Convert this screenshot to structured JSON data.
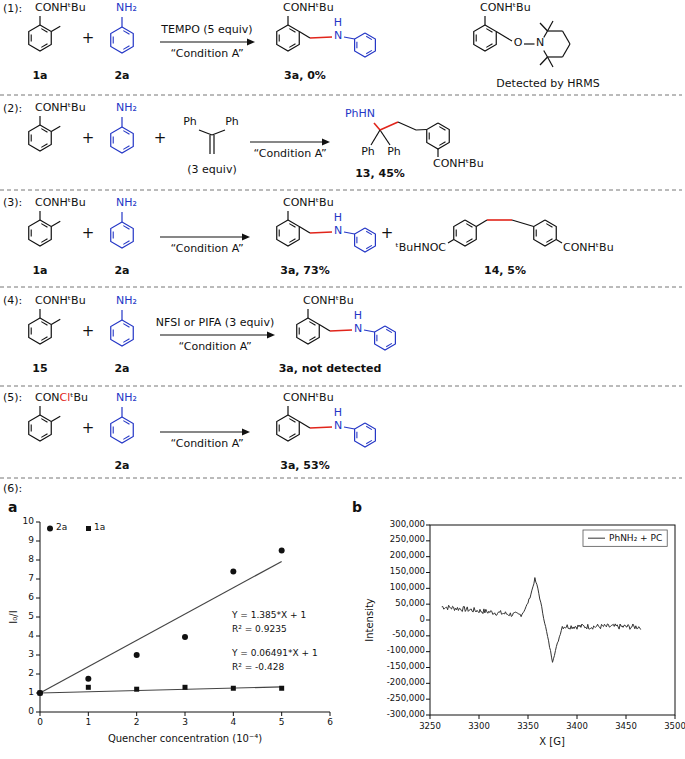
{
  "diagram": {
    "labels": [
      "(1):",
      "CONHᵗBu",
      "1a",
      "+",
      "NH₂",
      "2a",
      "TEMPO (5 equiv)",
      "“Condition A”",
      "CONHᵗBu",
      "H",
      "N",
      "3a, 0%",
      "CONHᵗBu",
      "O",
      "N",
      "Detected by HRMS",
      "(2):",
      "CONHᵗBu",
      "+",
      "NH₂",
      "+",
      "Ph",
      "Ph",
      "(3 equiv)",
      "“Condition A”",
      "PhHN",
      "Ph",
      "Ph",
      "CONHᵗBu",
      "13, 45%",
      "(3):",
      "CONHᵗBu",
      "1a",
      "+",
      "NH₂",
      "2a",
      "“Condition A”",
      "CONHᵗBu",
      "H",
      "N",
      "3a, 73%",
      "+",
      "ᵗBuHNOC",
      "CONHᵗBu",
      "14, 5%",
      "(4):",
      "CONHᵗBu",
      "15",
      "+",
      "NH₂",
      "2a",
      "NFSI or PIFA (3 equiv)",
      "“Condition A”",
      "CONHᵗBu",
      "H",
      "N",
      "3a, not detected",
      "(5):",
      "CON",
      "Cl",
      "ᵗBu",
      "+",
      "NH₂",
      "2a",
      "“Condition A”",
      "CONHᵗBu",
      "H",
      "N",
      "3a, 53%",
      "(6):",
      "a",
      "0",
      "1",
      "2",
      "3",
      "4",
      "5",
      "6",
      "7",
      "8",
      "9",
      "10",
      "0",
      "1",
      "2",
      "3",
      "4",
      "5",
      "6",
      "I₀/I",
      "Quencher concentration (10⁻⁴)",
      "Y = 1.385*X + 1",
      "R² = 0.9235",
      "Y = 0.06491*X + 1",
      "R² = -0.428",
      "b",
      "300,000",
      "250,000",
      "200,000",
      "150,000",
      "100,000",
      "50,000",
      "0",
      "-50,000",
      "-100,000",
      "-150,000",
      "-200,000",
      "-250,000",
      "-300,000",
      "3250",
      "3300",
      "3350",
      "3400",
      "3450",
      "3500",
      "Intensity",
      "X [G]"
    ],
    "legend": [
      {
        "text": "2a"
      },
      {
        "text": "1a"
      },
      {
        "text": "PhNH₂ + PC"
      }
    ]
  }
}
